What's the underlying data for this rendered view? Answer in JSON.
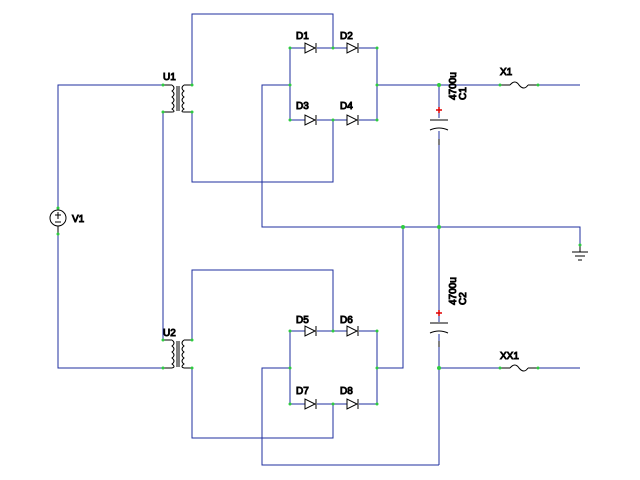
{
  "colors": {
    "wire": "#1f2f9f",
    "symbol": "#000000",
    "node": "#2ecc40",
    "polarity": "#e00000",
    "background": "#ffffff"
  },
  "components": {
    "u1": "U1",
    "u2": "U2",
    "v1": "V1",
    "d1": "D1",
    "d2": "D2",
    "d3": "D3",
    "d4": "D4",
    "d5": "D5",
    "d6": "D6",
    "d7": "D7",
    "d8": "D8",
    "c1": "C1",
    "c1_value": "4700u",
    "c2": "C2",
    "c2_value": "4700u",
    "x1": "X1",
    "xx1": "XX1"
  },
  "icons": {
    "transformer": "transformer-icon",
    "voltage_source": "voltage-source-icon",
    "diode": "diode-icon",
    "capacitor": "capacitor-icon",
    "fuse": "fuse-icon",
    "ground": "ground-icon"
  }
}
